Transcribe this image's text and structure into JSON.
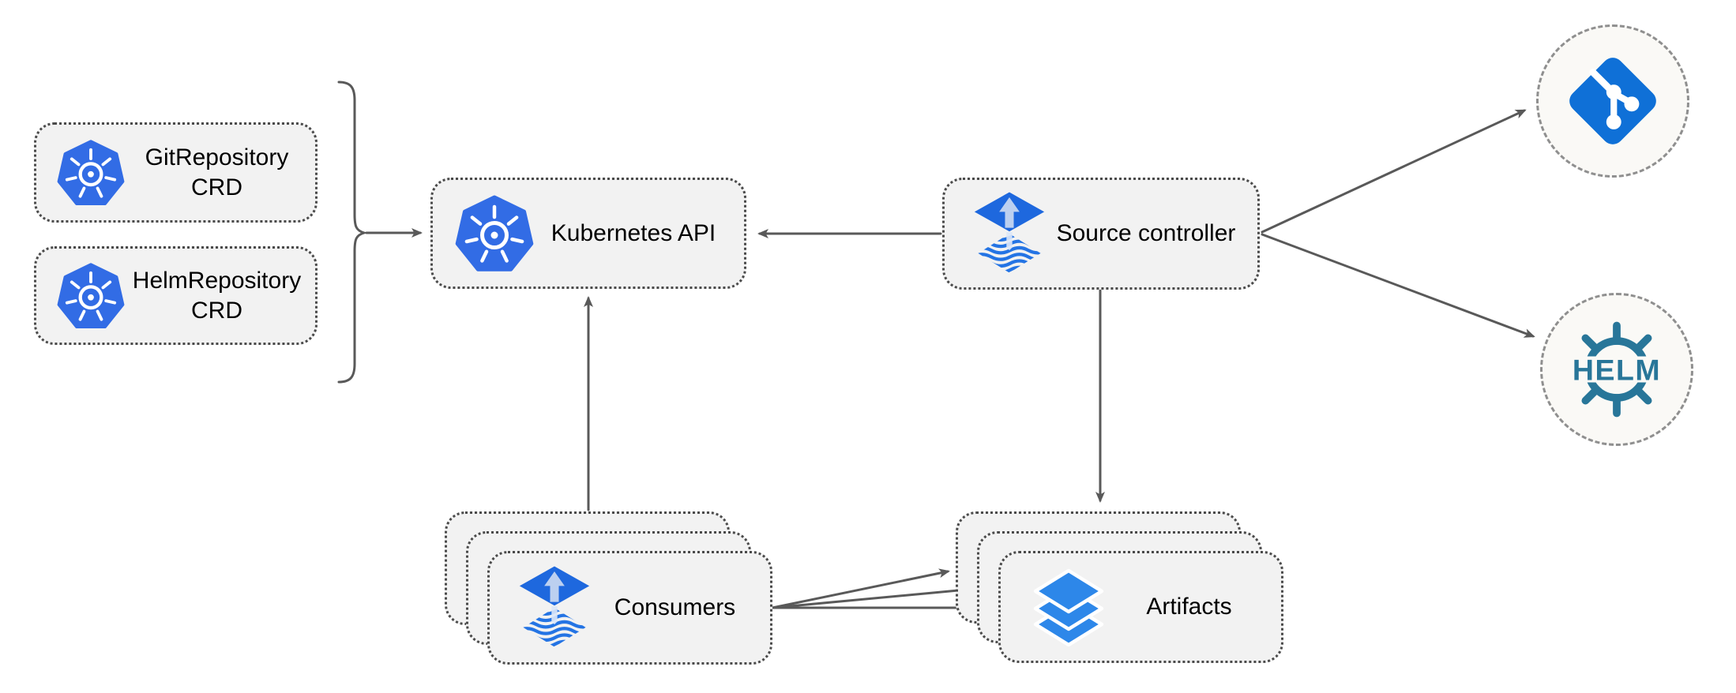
{
  "nodes": {
    "git_repository_crd": {
      "label": "GitRepository CRD",
      "icon": "kubernetes-icon"
    },
    "helm_repository_crd": {
      "label": "HelmRepository CRD",
      "icon": "kubernetes-icon"
    },
    "kubernetes_api": {
      "label": "Kubernetes API",
      "icon": "kubernetes-icon"
    },
    "source_controller": {
      "label": "Source controller",
      "icon": "flux-icon"
    },
    "consumers": {
      "label": "Consumers",
      "icon": "flux-icon",
      "stacked": true
    },
    "artifacts": {
      "label": "Artifacts",
      "icon": "layers-icon",
      "stacked": true
    },
    "git_endpoint": {
      "icon": "git-icon"
    },
    "helm_endpoint": {
      "icon": "helm-icon",
      "label": "HELM"
    }
  },
  "edges": [
    {
      "from": "crd-group",
      "to": "kubernetes_api",
      "style": "brace-then-arrow"
    },
    {
      "from": "source_controller",
      "to": "kubernetes_api"
    },
    {
      "from": "consumers",
      "to": "kubernetes_api"
    },
    {
      "from": "source_controller",
      "to": "artifacts"
    },
    {
      "from": "source_controller",
      "to": "git_endpoint"
    },
    {
      "from": "source_controller",
      "to": "helm_endpoint"
    },
    {
      "from": "consumers",
      "to": "artifacts",
      "count": 3
    }
  ],
  "colors": {
    "line_gray": "#595959",
    "box_border": "#4a4a4a",
    "box_bg": "#f2f2f2",
    "circle_bg": "#faf9f6",
    "circle_border": "#8f8f8f",
    "text": "#000000",
    "kubernetes_blue": "#326CE5",
    "flux_blue": "#1E68DE",
    "flux_arrow": "#BCD0F0",
    "flux_wave": "#2474E4",
    "git_blue": "#0F70D7",
    "helm_teal": "#287699",
    "layers_blue": "#2D87E9"
  }
}
